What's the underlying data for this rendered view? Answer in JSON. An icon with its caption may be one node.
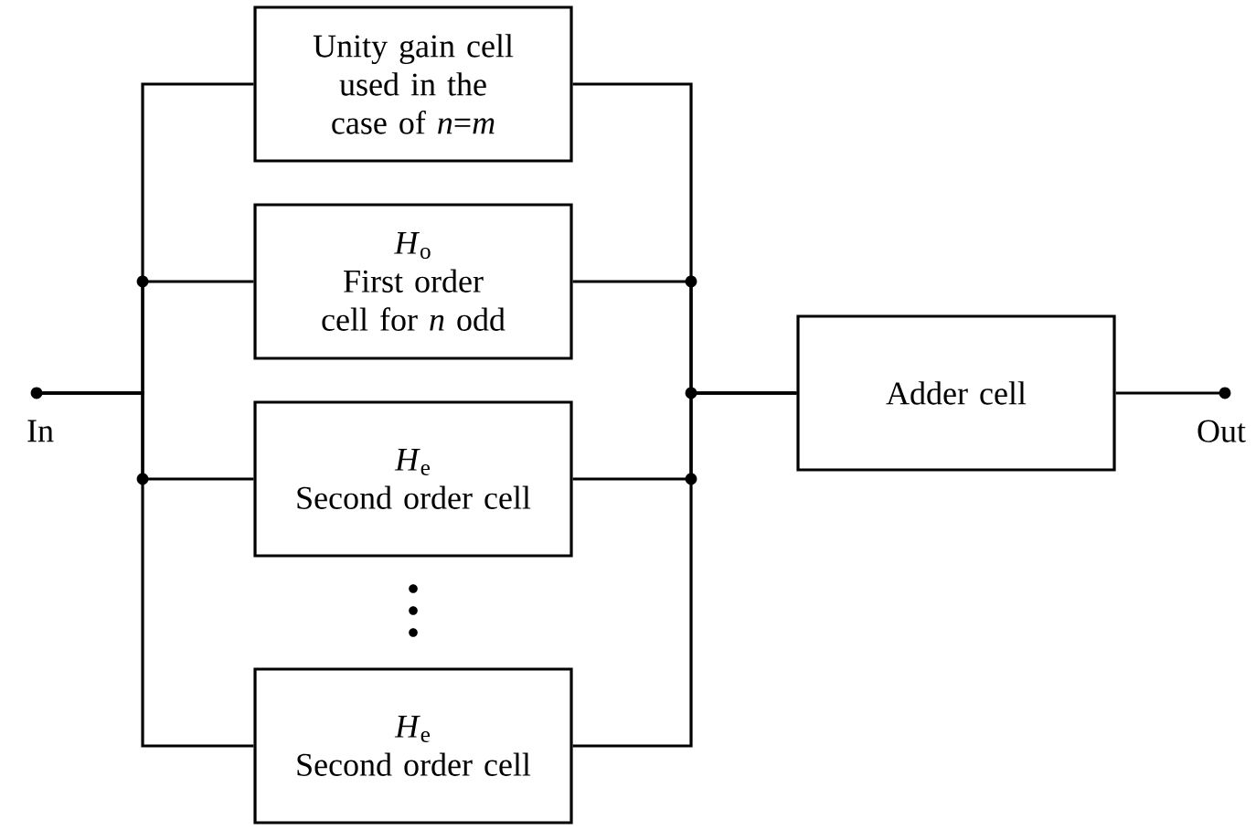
{
  "diagram": {
    "nodes": [
      {
        "text": [
          "In"
        ]
      },
      {
        "text": [
          "Unity gain cell used in the case of *n*=*m*"
        ]
      },
      {
        "text": [
          "*H*$_{o}$",
          "First order cell for *n* odd"
        ]
      },
      {
        "text": [
          "*H*$_{e}$",
          "Second order cell"
        ]
      },
      {
        "text": [
          "*H*$_{e}$",
          "Second order cell"
        ]
      },
      {
        "text": [
          "Adder cell"
        ]
      },
      {
        "text": [
          "Out"
        ]
      }
    ],
    "edges": [
      {
        "from": 0,
        "to": 1,
        "arrow": "none"
      },
      {
        "from": 0,
        "to": 2,
        "arrow": "none"
      },
      {
        "from": 0,
        "to": 3,
        "arrow": "none"
      },
      {
        "from": 0,
        "to": 4,
        "arrow": "none"
      },
      {
        "from": 1,
        "to": 5,
        "arrow": "none"
      },
      {
        "from": 2,
        "to": 5,
        "arrow": "none"
      },
      {
        "from": 3,
        "to": 5,
        "arrow": "none"
      },
      {
        "from": 4,
        "to": 5,
        "arrow": "none"
      },
      {
        "from": 5,
        "to": 6,
        "arrow": "none"
      }
    ]
  }
}
